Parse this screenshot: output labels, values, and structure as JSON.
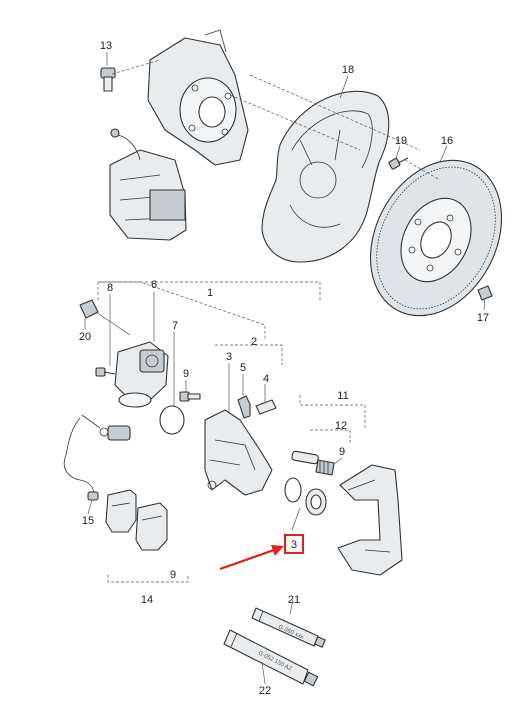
{
  "labels": {
    "p1": "1",
    "p2": "2",
    "p3": "3",
    "p3b": "3",
    "p4": "4",
    "p5": "5",
    "p6": "6",
    "p7": "7",
    "p8": "8",
    "p9": "9",
    "p9b": "9",
    "p9c": "9",
    "p11": "11",
    "p12": "12",
    "p13": "13",
    "p14": "14",
    "p15": "15",
    "p16": "16",
    "p17": "17",
    "p18": "18",
    "p19": "19",
    "p20": "20",
    "p21": "21",
    "p22": "22"
  },
  "tubes": {
    "t21": "G 060 xxx",
    "t22": "G 052 150 A2"
  },
  "colors": {
    "highlight": "#e0201b",
    "part_fill": "#e8ecef",
    "part_shade": "#c5ccd2",
    "line": "#333333"
  },
  "icons": {
    "arrow": "red-arrow-icon",
    "highlight_box": "highlight-box"
  }
}
